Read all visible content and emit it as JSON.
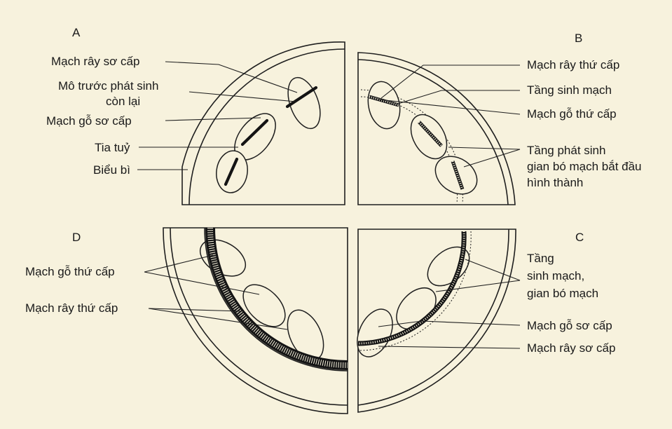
{
  "panels": {
    "A": {
      "letter": "A",
      "labels": {
        "primary_phloem": "Mạch rây sơ cấp",
        "residual_meristem_line1": "Mô trước phát sinh",
        "residual_meristem_line2": "còn lại",
        "primary_xylem": "Mạch gỗ sơ cấp",
        "pith_ray": "Tia tuỷ",
        "epidermis": "Biểu bì"
      }
    },
    "B": {
      "letter": "B",
      "labels": {
        "secondary_phloem": "Mạch rây thứ cấp",
        "cambium": "Tầng sinh mạch",
        "secondary_xylem": "Mạch gỗ thứ cấp",
        "interfascicular_line1": "Tầng phát sinh",
        "interfascicular_line2": "gian bó mạch bắt đầu",
        "interfascicular_line3": "hình thành"
      }
    },
    "C": {
      "letter": "C",
      "labels": {
        "cambium_line1": "Tầng",
        "cambium_line2": "sinh mạch,",
        "cambium_line3": "gian bó mạch",
        "primary_xylem": "Mạch gỗ sơ cấp",
        "primary_phloem": "Mạch rây sơ cấp"
      }
    },
    "D": {
      "letter": "D",
      "labels": {
        "secondary_xylem": "Mạch gỗ thứ cấp",
        "secondary_phloem": "Mạch rây thứ cấp"
      }
    }
  },
  "colors": {
    "background": "#f7f2dd",
    "ink": "#1a1a1a"
  }
}
